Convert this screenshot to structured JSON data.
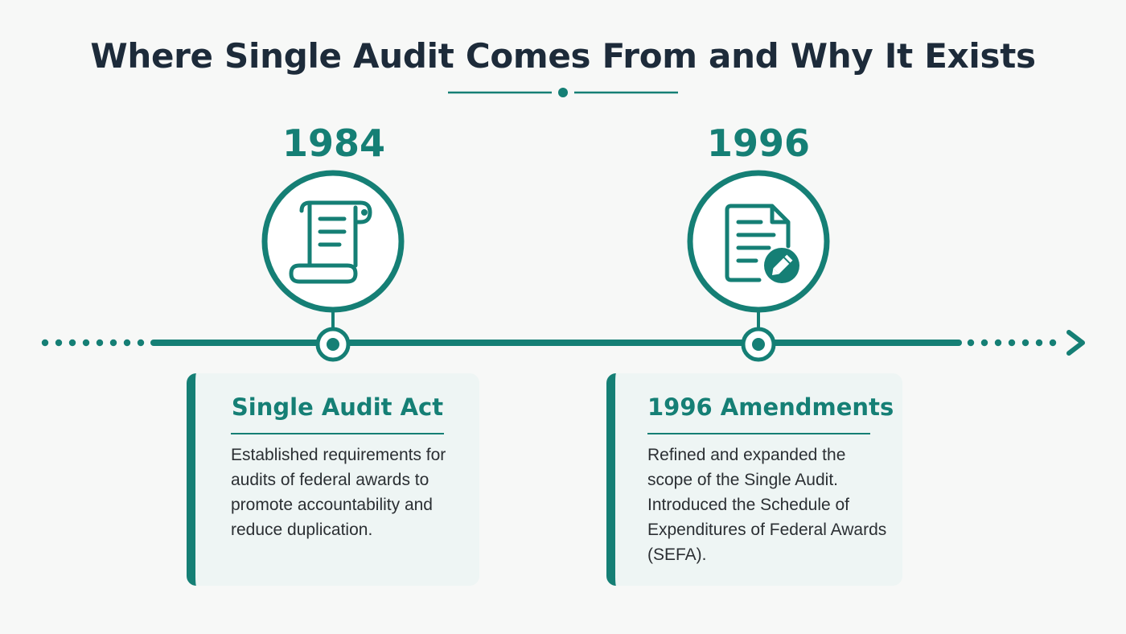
{
  "title": "Where Single Audit Comes From and Why It Exists",
  "colors": {
    "accent": "#157f75",
    "title": "#1d2b3a",
    "card_background": "#eef5f4",
    "body_text": "#2b2f33"
  },
  "timeline": [
    {
      "year": "1984",
      "icon": "scroll-document-icon",
      "heading": "Single Audit Act",
      "description": "Established requirements for audits of federal awards to promote accountability and reduce duplication."
    },
    {
      "year": "1996",
      "icon": "document-edit-icon",
      "heading": "1996 Amendments",
      "description": "Refined and expanded the scope of the Single Audit. Introduced the Schedule of Expenditures of Federal Awards (SEFA)."
    }
  ]
}
